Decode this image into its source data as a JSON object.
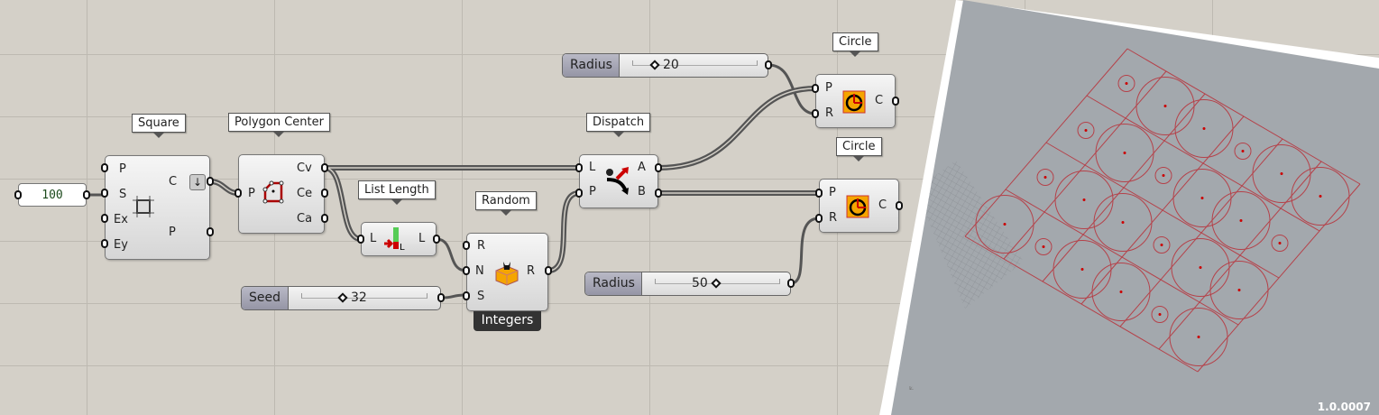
{
  "colors": {
    "canvas": "#d4d0c8",
    "viewport": "#a3a8ad",
    "curve": "#b5424a",
    "frame": "#ffffff"
  },
  "panel": {
    "value": "100"
  },
  "square": {
    "title": "Square",
    "inputs": [
      "P",
      "S",
      "Ex",
      "Ey"
    ],
    "outputs": [
      "C",
      "P"
    ]
  },
  "polygon_center": {
    "title": "Polygon Center",
    "inputs": [
      "P"
    ],
    "outputs": [
      "Cv",
      "Ce",
      "Ca"
    ]
  },
  "list_length": {
    "title": "List Length",
    "inputs": [
      "L"
    ],
    "outputs": [
      "L"
    ]
  },
  "seed_slider": {
    "name": "Seed",
    "value": "32",
    "fraction": 0.45
  },
  "random": {
    "title": "Random",
    "inputs": [
      "R",
      "N",
      "S"
    ],
    "outputs": [
      "R"
    ],
    "footer": "Integers"
  },
  "dispatch": {
    "title": "Dispatch",
    "inputs": [
      "L",
      "P"
    ],
    "outputs": [
      "A",
      "B"
    ]
  },
  "radius_slider_1": {
    "name": "Radius",
    "value": "20",
    "fraction": 0.2
  },
  "radius_slider_2": {
    "name": "Radius",
    "value": "50",
    "fraction": 0.5
  },
  "circle_1": {
    "title": "Circle",
    "inputs": [
      "P",
      "R"
    ],
    "outputs": [
      "C"
    ]
  },
  "circle_2": {
    "title": "Circle",
    "inputs": [
      "P",
      "R"
    ],
    "outputs": [
      "C"
    ]
  },
  "viewport": {
    "version": "1.0.0007"
  }
}
